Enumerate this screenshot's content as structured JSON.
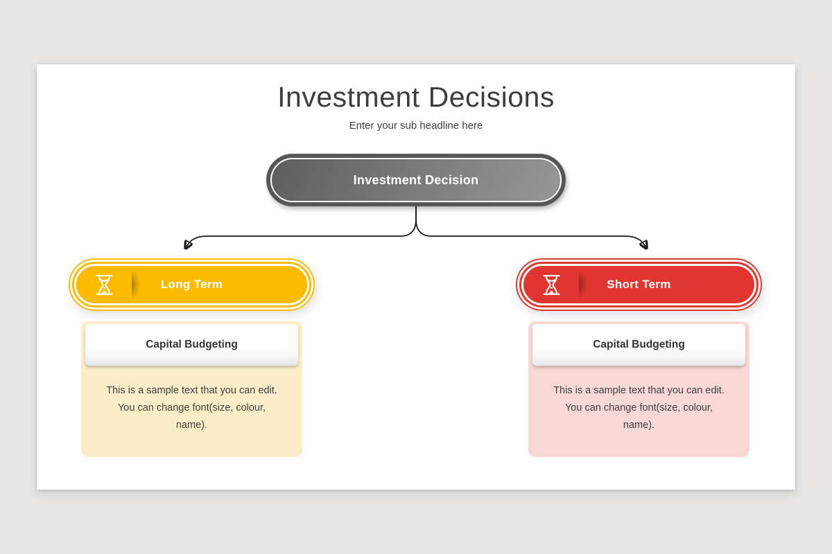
{
  "canvas": {
    "background": "#e7e6e5",
    "slide_background": "#ffffff"
  },
  "header": {
    "title": "Investment Decisions",
    "subtitle": "Enter your sub headline here"
  },
  "root_node": {
    "label": "Investment Decision",
    "border_color": "#575757",
    "fill_start": "#5e5e5e",
    "fill_end": "#979797"
  },
  "connector": {
    "color": "#1a1a1a"
  },
  "branches": [
    {
      "id": "long-term",
      "label": "Long Term",
      "icon": "hourglass-icon",
      "accent_color": "#fcba00",
      "card_background": "#fbedc8",
      "card": {
        "title": "Capital Budgeting",
        "body": "This is a sample text that you can edit. You can change font(size, colour, name)."
      }
    },
    {
      "id": "short-term",
      "label": "Short Term",
      "icon": "hourglass-icon",
      "accent_color": "#e1362f",
      "card_background": "#f8d8d5",
      "card": {
        "title": "Capital Budgeting",
        "body": "This is a sample text that you can edit. You can change font(size, colour, name)."
      }
    }
  ]
}
